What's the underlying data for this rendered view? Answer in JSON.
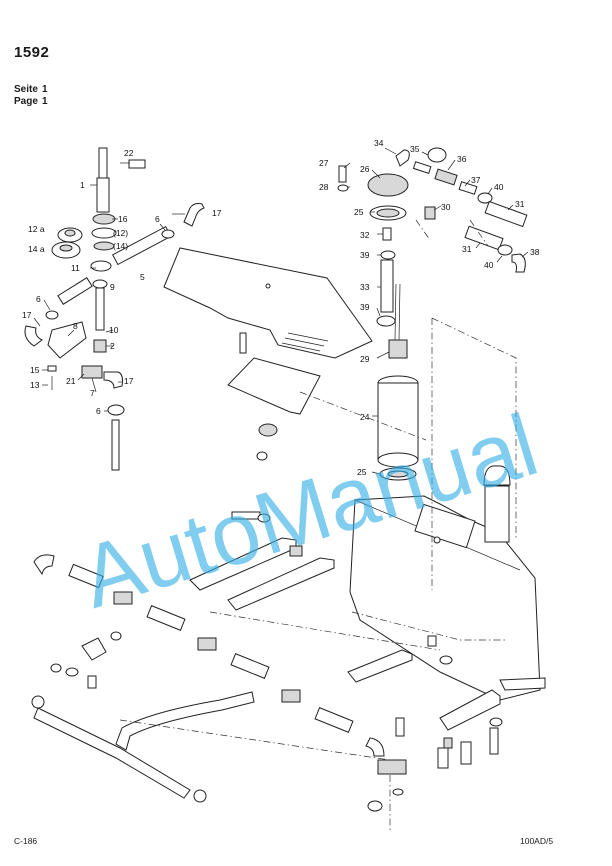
{
  "header": {
    "code": "1592",
    "seite_label": "Seite",
    "seite_value": "1",
    "page_label": "Page",
    "page_value": "1"
  },
  "watermark": "AutoManual",
  "footer": {
    "left": "C-186",
    "right": "100AD/5"
  },
  "callouts": {
    "c1": "1",
    "c2": "2",
    "c5": "5",
    "c6a": "6",
    "c6b": "6",
    "c6c": "6",
    "c7": "7",
    "c8": "8",
    "c9": "9",
    "c10": "10",
    "c11": "11",
    "c12": "(12)",
    "c12a": "12 a",
    "c13": "13",
    "c14": "(14)",
    "c14a": "14 a",
    "c15": "15",
    "c16": "16",
    "c17a": "17",
    "c17b": "17",
    "c17c": "17",
    "c21": "21",
    "c22": "22",
    "c24": "24",
    "c25a": "25",
    "c25b": "25",
    "c26": "26",
    "c27": "27",
    "c28": "28",
    "c29": "29",
    "c30": "30",
    "c31a": "31",
    "c31b": "31",
    "c32": "32",
    "c33": "33",
    "c34": "34",
    "c35": "35",
    "c36": "36",
    "c37": "37",
    "c38": "38",
    "c39a": "39",
    "c39b": "39",
    "c40a": "40",
    "c40b": "40"
  }
}
